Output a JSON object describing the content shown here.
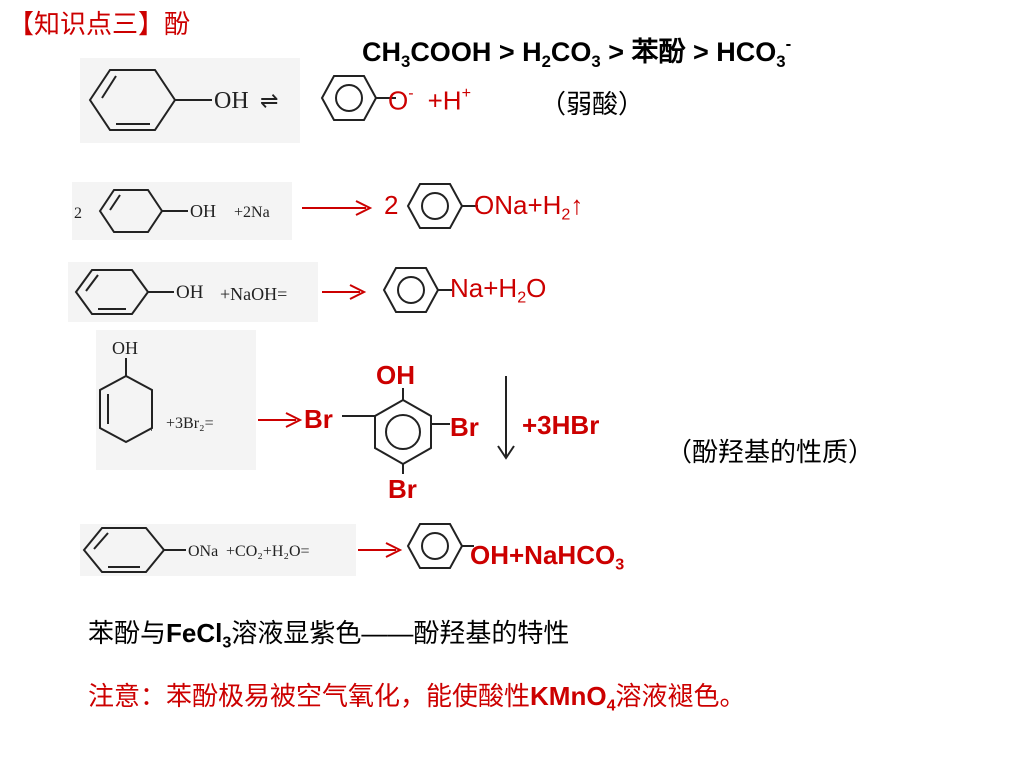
{
  "title": "【知识点三】酚",
  "acidity": {
    "p1": "CH",
    "s1": "3",
    "p2": "COOH > H",
    "s2": "2",
    "p3": "CO",
    "s3": "3",
    "p4": " > 苯酚 > HCO",
    "s4": "3",
    "sup": "-"
  },
  "ionization": {
    "oh": "OH",
    "o": "O",
    "o_sup": "-",
    "hplus": "+H",
    "h_sup": "+",
    "note": "（弱酸）"
  },
  "sodium": {
    "lhs_coef": "2",
    "lhs_oh": "OH",
    "lhs_reagent": "+2Na",
    "coef": "2",
    "p1": "ONa+H",
    "s1": "2",
    "p2": "↑"
  },
  "naoh": {
    "lhs_oh": "OH",
    "lhs_reagent": "+NaOH=",
    "p1": "Na+H",
    "s1": "2",
    "p2": "O"
  },
  "bromine": {
    "lhs_oh": "OH",
    "lhs_reagent": "+3Br₂=",
    "lhs_side": "|",
    "oh": "OH",
    "br_left": "Br",
    "br_right": "Br",
    "br_bottom": "Br",
    "hbr": "+3HBr",
    "note": "（酚羟基的性质）"
  },
  "co2": {
    "lhs_group": "ONa",
    "lhs_reagent": "+CO₂+H₂O=",
    "p1": "OH+NaHCO",
    "s1": "3"
  },
  "fecl3": {
    "p1": "苯酚与",
    "p2": "FeCl",
    "s1": "3",
    "p3": "溶液显紫色——酚羟基的特性"
  },
  "caution": {
    "p1": "注意：苯酚极易被空气氧化，能使酸性",
    "p2": "KMnO",
    "s1": "4",
    "p3": "溶液褪色。"
  },
  "colors": {
    "red": "#cc0000",
    "black": "#000000"
  }
}
